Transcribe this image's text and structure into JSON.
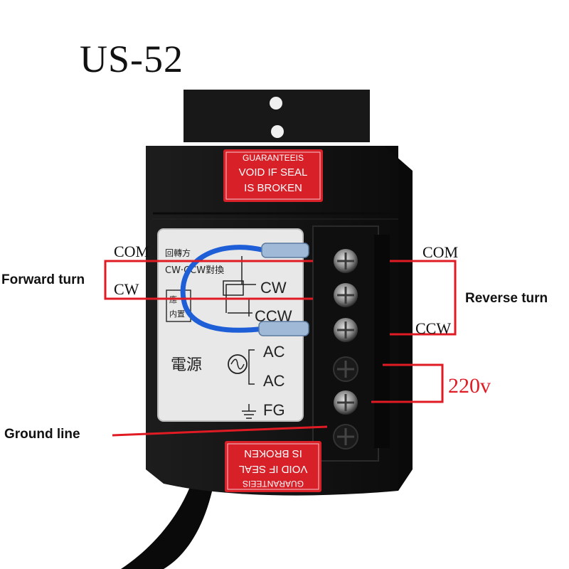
{
  "title": "US-52",
  "seal_top": [
    "GUARANTEEIS",
    "VOID IF SEAL",
    "IS BROKEN"
  ],
  "seal_bottom": [
    "GUARANTEEIS",
    "VOID IF SEAL",
    "IS BROKEN"
  ],
  "panel": {
    "top_left_text": "回轉方",
    "cw_ccw_text": "CW‧CCW對換",
    "cw": "CW",
    "ccw": "CCW",
    "small_box_1": "應",
    "small_box_2": "内置",
    "power": "電源",
    "ac1": "AC",
    "ac2": "AC",
    "fg": "FG"
  },
  "annotations": {
    "com_left": "COM",
    "cw_left": "CW",
    "forward_turn": "Forward turn",
    "com_right": "COM",
    "reverse_turn": "Reverse turn",
    "ccw_right": "CCW",
    "voltage": "220v",
    "ground_line": "Ground line"
  },
  "colors": {
    "annotation_line": "#e01b24",
    "seal_red": "#d82028",
    "device_body": "#141414",
    "panel_label": "#e8e8e8",
    "jumper_wire": "#1e5fd8"
  }
}
